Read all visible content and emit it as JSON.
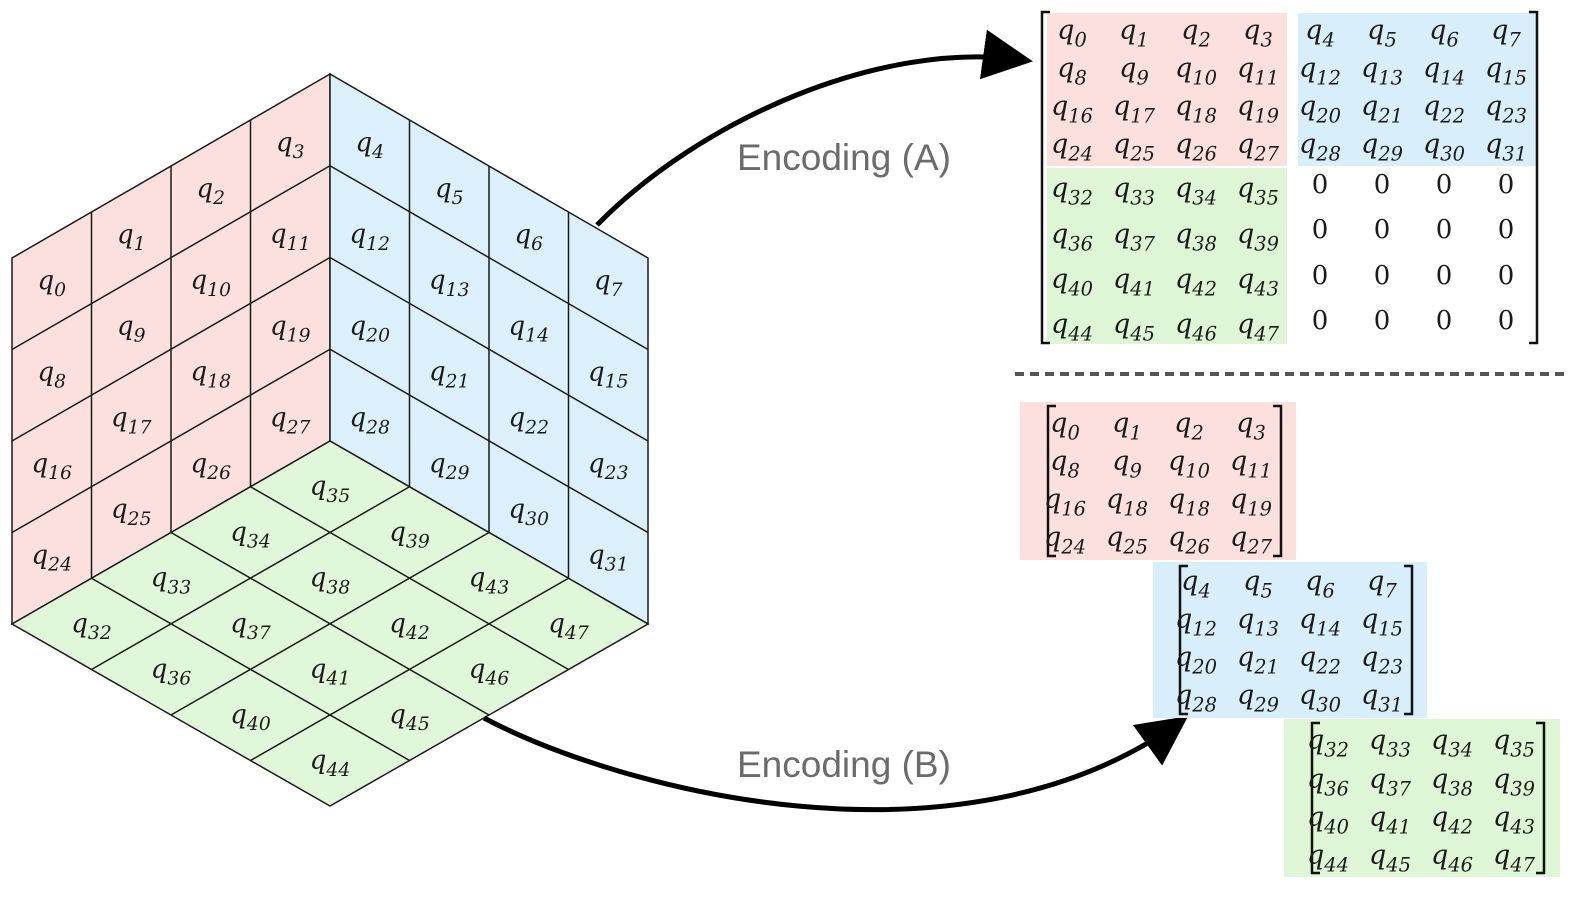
{
  "colors": {
    "front_left": "#fbe0de",
    "front_right": "#dcf0fb",
    "bottom": "#e1f7da",
    "matrix_red": "#fbe0de",
    "matrix_blue": "#d8eefa",
    "matrix_green": "#def6d5",
    "edge": "#1a1a1a",
    "label_gray": "#6b6b6b"
  },
  "encoding_a_label": "Encoding (A)",
  "encoding_b_label": "Encoding (B)",
  "cube": {
    "left_face": [
      [
        0,
        1,
        2,
        3
      ],
      [
        8,
        9,
        10,
        11
      ],
      [
        16,
        17,
        18,
        19
      ],
      [
        24,
        25,
        26,
        27
      ]
    ],
    "right_face": [
      [
        4,
        5,
        6,
        7
      ],
      [
        12,
        13,
        14,
        15
      ],
      [
        20,
        21,
        22,
        23
      ],
      [
        28,
        29,
        30,
        31
      ]
    ],
    "bottom_face": [
      [
        32,
        33,
        34,
        35
      ],
      [
        36,
        37,
        38,
        39
      ],
      [
        40,
        41,
        42,
        43
      ],
      [
        44,
        45,
        46,
        47
      ]
    ]
  },
  "matrix_a": {
    "top_left": [
      [
        "0",
        "1",
        "2",
        "3"
      ],
      [
        "8",
        "9",
        "10",
        "11"
      ],
      [
        "16",
        "17",
        "18",
        "19"
      ],
      [
        "24",
        "25",
        "26",
        "27"
      ]
    ],
    "top_right": [
      [
        "4",
        "5",
        "6",
        "7"
      ],
      [
        "12",
        "13",
        "14",
        "15"
      ],
      [
        "20",
        "21",
        "22",
        "23"
      ],
      [
        "28",
        "29",
        "30",
        "31"
      ]
    ],
    "bottom_left": [
      [
        "32",
        "33",
        "34",
        "35"
      ],
      [
        "36",
        "37",
        "38",
        "39"
      ],
      [
        "40",
        "41",
        "42",
        "43"
      ],
      [
        "44",
        "45",
        "46",
        "47"
      ]
    ],
    "bottom_right": [
      [
        "0",
        "0",
        "0",
        "0"
      ],
      [
        "0",
        "0",
        "0",
        "0"
      ],
      [
        "0",
        "0",
        "0",
        "0"
      ],
      [
        "0",
        "0",
        "0",
        "0"
      ]
    ]
  },
  "matrix_b": [
    [
      [
        "0",
        "1",
        "2",
        "3"
      ],
      [
        "8",
        "9",
        "10",
        "11"
      ],
      [
        "16",
        "18",
        "18",
        "19"
      ],
      [
        "24",
        "25",
        "26",
        "27"
      ]
    ],
    [
      [
        "4",
        "5",
        "6",
        "7"
      ],
      [
        "12",
        "13",
        "14",
        "15"
      ],
      [
        "20",
        "21",
        "22",
        "23"
      ],
      [
        "28",
        "29",
        "30",
        "31"
      ]
    ],
    [
      [
        "32",
        "33",
        "34",
        "35"
      ],
      [
        "36",
        "37",
        "38",
        "39"
      ],
      [
        "40",
        "41",
        "42",
        "43"
      ],
      [
        "44",
        "45",
        "46",
        "47"
      ]
    ]
  ]
}
